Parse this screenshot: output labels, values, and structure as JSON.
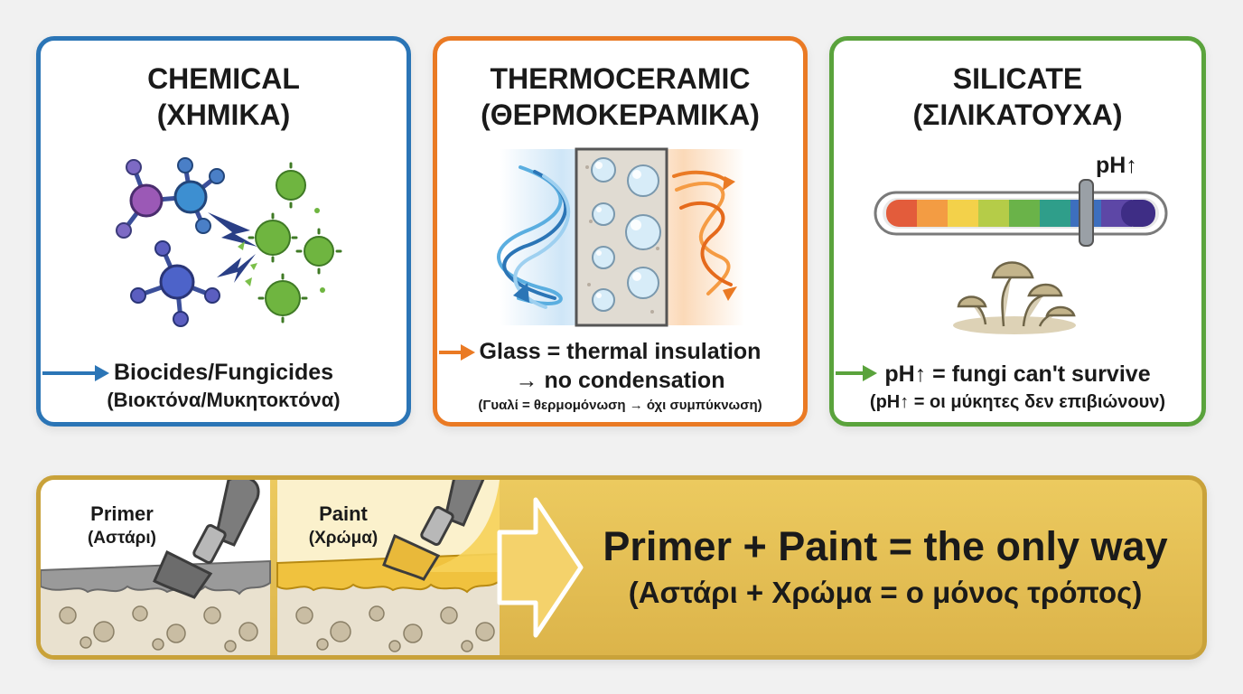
{
  "cards": [
    {
      "title_en": "CHEMICAL",
      "title_gr": "(ΧΗΜΙΚΑ)",
      "caption_en": "Biocides/Fungicides",
      "caption_gr": "(Βιοκτόνα/Μυκητοκτόνα)",
      "border_color": "#2b75b6"
    },
    {
      "title_en": "THERMOCERAMIC",
      "title_gr": "(ΘΕΡΜΟΚΕΡΑΜΙΚΑ)",
      "caption_en_line1": "Glass = thermal insulation",
      "caption_en_line2": "→ no condensation",
      "caption_gr": "(Γυαλί = θερμομόνωση → όχι συμπύκνωση)",
      "border_color": "#ea7a24"
    },
    {
      "title_en": "SILICATE",
      "title_gr": "(ΣΙΛΙΚΑΤΟΥΧΑ)",
      "ph_label": "pH↑",
      "caption_en": "pH↑ = fungi can't survive",
      "caption_gr": "(pH↑ = οι μύκητες δεν επιβιώνουν)",
      "border_color": "#5aa33c"
    }
  ],
  "bottom": {
    "primer_en": "Primer",
    "primer_gr": "(Αστάρι)",
    "paint_en": "Paint",
    "paint_gr": "(Χρώμα)",
    "main_en": "Primer + Paint = the only way",
    "main_gr": "(Αστάρι + Χρώμα = ο μόνος τρόπος)",
    "border_color": "#c9a23a",
    "fill_color": "#e2bb50"
  }
}
